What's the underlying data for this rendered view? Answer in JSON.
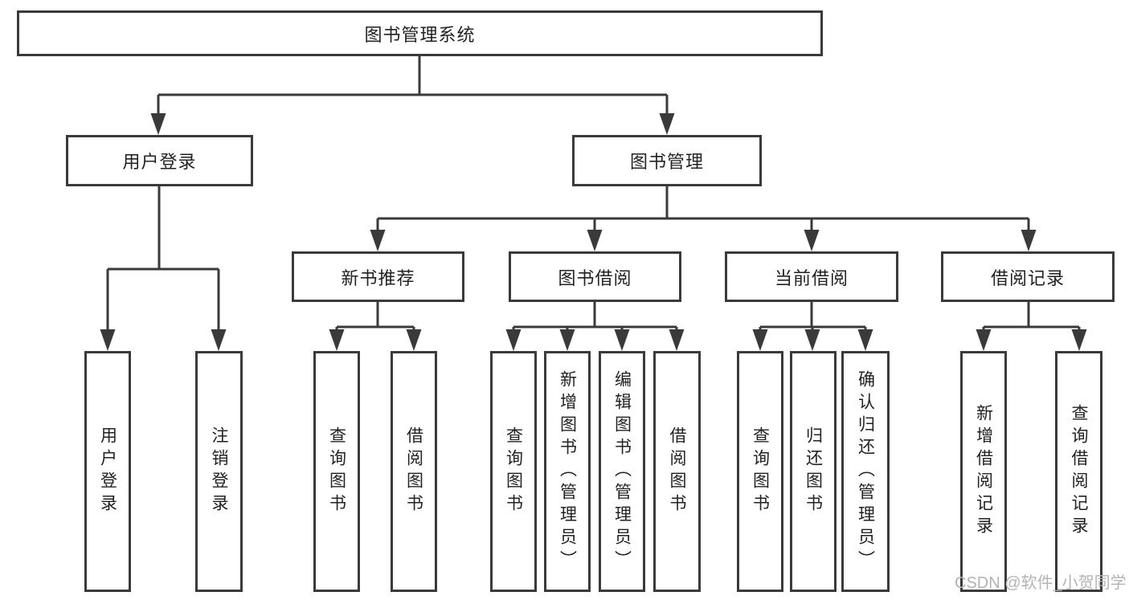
{
  "tree": {
    "root": {
      "label": "图书管理系统"
    },
    "branches": [
      {
        "label": "用户登录",
        "children": [
          {
            "label": "用户登录"
          },
          {
            "label": "注销登录"
          }
        ]
      },
      {
        "label": "图书管理",
        "children": [
          {
            "label": "新书推荐",
            "children": [
              {
                "label": "查询图书"
              },
              {
                "label": "借阅图书"
              }
            ]
          },
          {
            "label": "图书借阅",
            "children": [
              {
                "label": "查询图书"
              },
              {
                "label": "新增图书（管理员）"
              },
              {
                "label": "编辑图书（管理员）"
              },
              {
                "label": "借阅图书"
              }
            ]
          },
          {
            "label": "当前借阅",
            "children": [
              {
                "label": "查询图书"
              },
              {
                "label": "归还图书"
              },
              {
                "label": "确认归还（管理员）"
              }
            ]
          },
          {
            "label": "借阅记录",
            "children": [
              {
                "label": "新增借阅记录"
              },
              {
                "label": "查询借阅记录"
              }
            ]
          }
        ]
      }
    ]
  },
  "watermark": {
    "text": "CSDN @软件_小贺同学"
  },
  "colors": {
    "line": "#3a3a3a",
    "box_border": "#3a3a3a",
    "text": "#222222",
    "watermark": "#b3b3b3",
    "background": "#ffffff"
  }
}
